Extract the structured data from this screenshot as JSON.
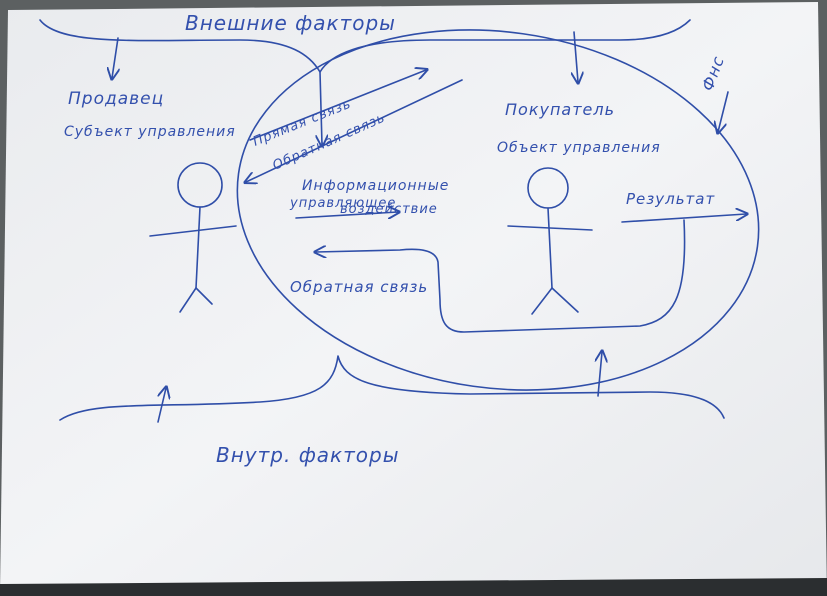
{
  "diagram": {
    "top_label": "Внешние факторы",
    "bottom_label": "Внутр. факторы",
    "subject": {
      "role": "Продавец",
      "title": "Субъект управления"
    },
    "object": {
      "role": "Покупатель",
      "title": "Объект управления"
    },
    "direct_link": "Прямая связь",
    "feedback_link_top": "Обратная связь",
    "info_flow_line1": "Информационные",
    "info_flow_line2": "управляющее",
    "info_flow_line3": "воздействие",
    "result": "Результат",
    "feedback_loop": "Обратная связь",
    "side_note": "Фнс"
  },
  "colors": {
    "ink": "#2f4ea8",
    "paper": "#eef0f2"
  }
}
